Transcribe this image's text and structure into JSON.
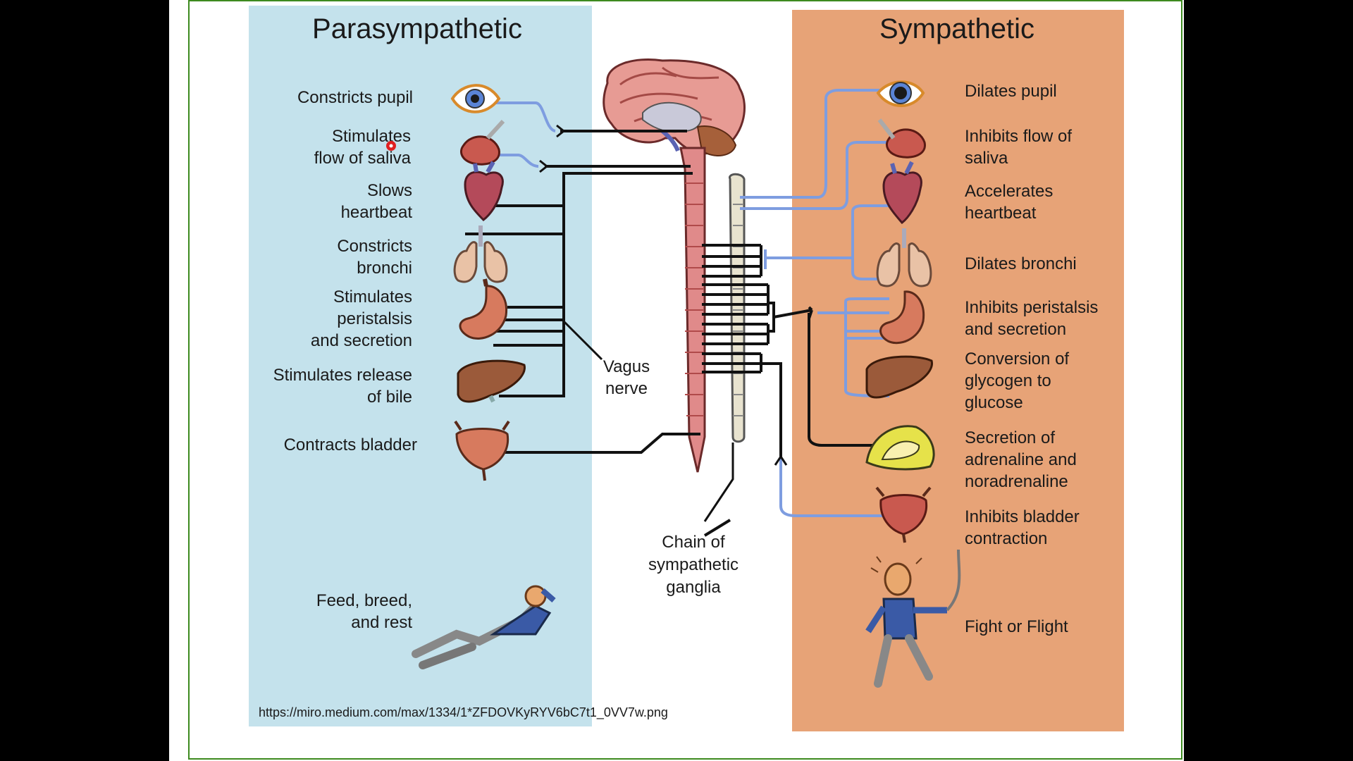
{
  "colors": {
    "para_panel": "#c4e2ec",
    "symp_panel": "#e7a377",
    "nerve_blue": "#7e9de0",
    "nerve_black": "#111111",
    "spine": "#e08a8a",
    "ganglia": "#e8e3cf",
    "slide_border": "#3d8a1f",
    "pointer": "#e02020"
  },
  "parasympathetic": {
    "title": "Parasympathetic",
    "items": [
      {
        "organ": "eye",
        "lines": [
          "Constricts pupil"
        ]
      },
      {
        "organ": "salivary-gland",
        "lines": [
          "Stimulates",
          "flow of saliva"
        ]
      },
      {
        "organ": "heart",
        "lines": [
          "Slows",
          "heartbeat"
        ]
      },
      {
        "organ": "lungs",
        "lines": [
          "Constricts",
          "bronchi"
        ]
      },
      {
        "organ": "stomach",
        "lines": [
          "Stimulates",
          "peristalsis",
          "and secretion"
        ]
      },
      {
        "organ": "liver",
        "lines": [
          "Stimulates release",
          "of bile"
        ]
      },
      {
        "organ": "bladder",
        "lines": [
          "Contracts bladder"
        ]
      }
    ],
    "state": {
      "lines": [
        "Feed, breed,",
        "and rest"
      ]
    }
  },
  "sympathetic": {
    "title": "Sympathetic",
    "items": [
      {
        "organ": "eye",
        "lines": [
          "Dilates pupil"
        ]
      },
      {
        "organ": "salivary-gland",
        "lines": [
          "Inhibits flow of",
          "saliva"
        ]
      },
      {
        "organ": "heart",
        "lines": [
          "Accelerates",
          "heartbeat"
        ]
      },
      {
        "organ": "lungs",
        "lines": [
          "Dilates bronchi"
        ]
      },
      {
        "organ": "stomach",
        "lines": [
          "Inhibits peristalsis",
          "and secretion"
        ]
      },
      {
        "organ": "liver",
        "lines": [
          "Conversion of",
          "glycogen to",
          "glucose"
        ]
      },
      {
        "organ": "adrenal-gland",
        "lines": [
          "Secretion of",
          "adrenaline and",
          "noradrenaline"
        ]
      },
      {
        "organ": "bladder",
        "lines": [
          "Inhibits bladder",
          "contraction"
        ]
      }
    ],
    "state": {
      "lines": [
        "Fight or Flight"
      ]
    }
  },
  "center": {
    "vagus": {
      "lines": [
        "Vagus",
        "nerve"
      ]
    },
    "chain": {
      "lines": [
        "Chain of",
        "sympathetic",
        "ganglia"
      ]
    }
  },
  "source_url": "https://miro.medium.com/max/1334/1*ZFDOVKyRYV6bC7t1_0VV7w.png"
}
